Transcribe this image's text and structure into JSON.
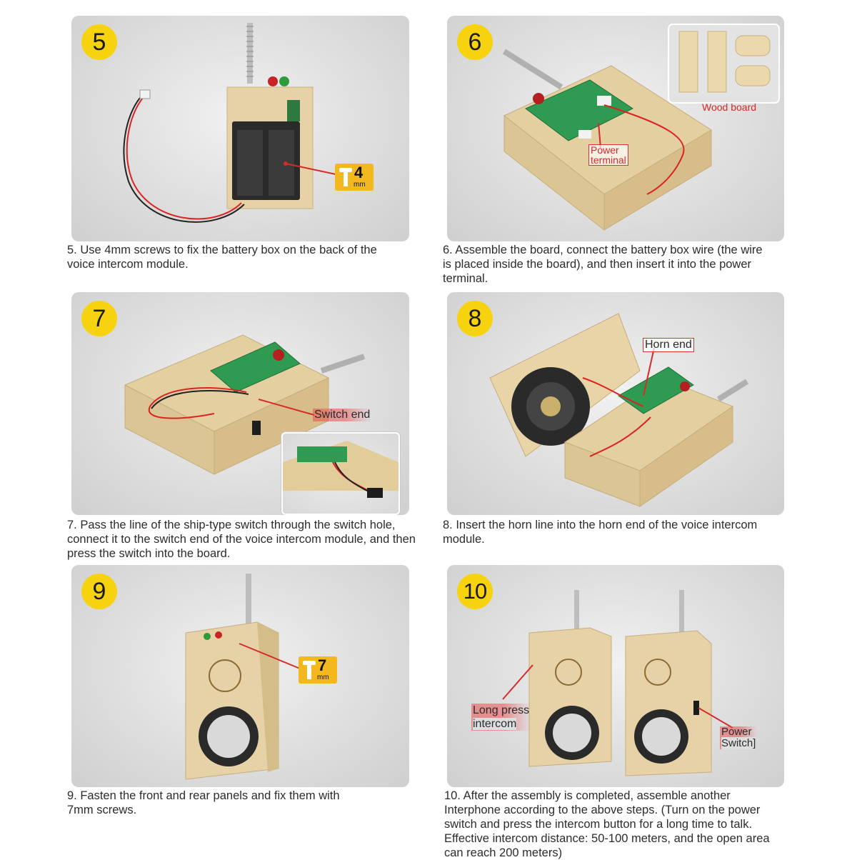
{
  "steps": [
    {
      "number": "5",
      "caption": "5. Use 4mm screws to fix the battery box on the back of the voice intercom module.",
      "screw": {
        "size": "4",
        "unit": "mm"
      }
    },
    {
      "number": "6",
      "caption": "6. Assemble the board, connect the battery box wire (the wire is placed inside the board), and then insert it into the power terminal.",
      "labels": {
        "wood_board": "Wood board",
        "power_terminal_1": "Power",
        "power_terminal_2": "terminal"
      }
    },
    {
      "number": "7",
      "caption": "7. Pass the line of the ship-type switch through the switch hole, connect it to the switch end of the voice intercom module, and then press the switch into the board.",
      "labels": {
        "switch_end": "Switch end"
      }
    },
    {
      "number": "8",
      "caption": "8. Insert the horn line into the horn end of the voice intercom module.",
      "labels": {
        "horn_end": "Horn end"
      }
    },
    {
      "number": "9",
      "caption": "9. Fasten the front and rear panels and fix them with 7mm screws.",
      "screw": {
        "size": "7",
        "unit": "mm"
      }
    },
    {
      "number": "10",
      "caption": "10. After the assembly is completed, assemble another Interphone according to the above steps. (Turn on the power switch and press the intercom button for a long time to talk. Effective intercom distance: 50-100 meters, and the open area can reach 200 meters)",
      "labels": {
        "long_press_1": "Long press",
        "long_press_2": "intercom",
        "power_switch_1": "Power",
        "power_switch_2": "Switch]"
      }
    }
  ],
  "colors": {
    "badge": "#f6d20f",
    "arrow": "#d62b2b",
    "wood": "#e7d3a8",
    "pcb": "#2e9a52"
  },
  "icons": {
    "screw": "screw-icon"
  }
}
